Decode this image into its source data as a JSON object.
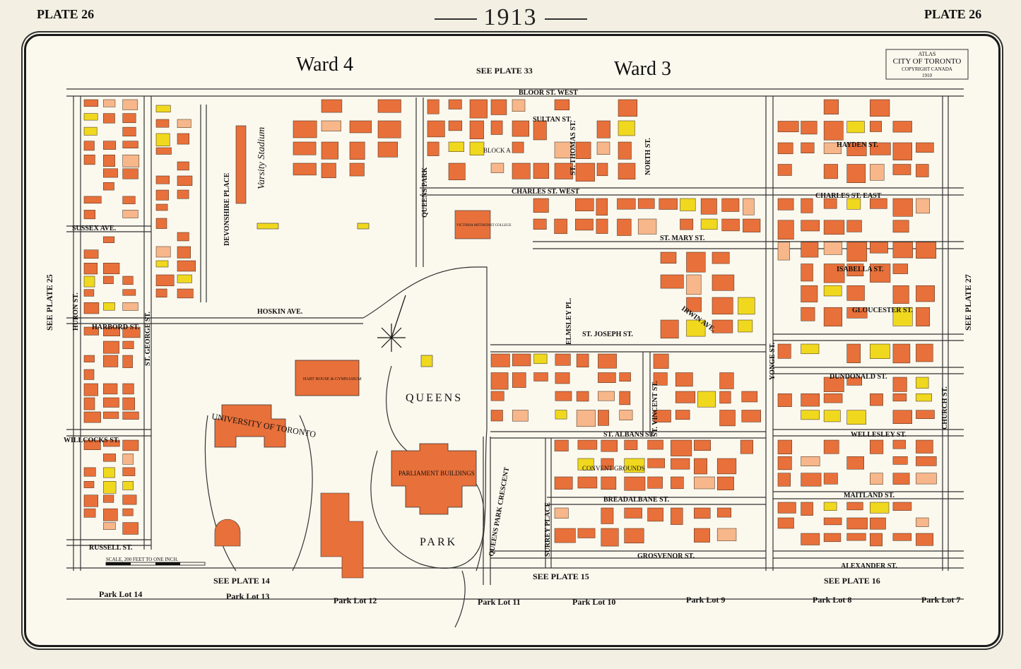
{
  "header": {
    "year": "1913",
    "plate_left": "PLATE 26",
    "plate_right": "PLATE 26"
  },
  "wards": [
    "Ward 4",
    "Ward 3"
  ],
  "atlas_stamp": [
    "ATLAS",
    "CITY OF TORONTO",
    "COPYRIGHT CANADA",
    "1910"
  ],
  "plate_refs": {
    "top": "SEE PLATE 33",
    "left": "SEE PLATE 25",
    "right": "SEE PLATE 27",
    "bottom_left": "SEE PLATE 14",
    "bottom_mid": "SEE PLATE 15",
    "bottom_right": "SEE PLATE 16"
  },
  "streets": [
    "BLOOR ST. WEST",
    "CHARLES ST. WEST",
    "CHARLES ST. EAST",
    "ST. MARY ST.",
    "ISABELLA ST.",
    "HOSKIN AVE.",
    "HARBORD ST.",
    "SUSSEX AVE.",
    "WILLCOCKS ST.",
    "RUSSELL ST.",
    "ST. JOSEPH ST.",
    "GLOUCESTER ST.",
    "DUNDONALD ST.",
    "ST. ALBANS ST.",
    "WELLESLEY ST.",
    "BREADALBANE ST.",
    "MAITLAND ST.",
    "GROSVENOR ST.",
    "ALEXANDER ST.",
    "HURON ST.",
    "ST. GEORGE ST.",
    "DEVONSHIRE PLACE",
    "QUEENS PARK",
    "QUEENS PARK CRESCENT",
    "SURREY PLACE",
    "ELMSLEY PL.",
    "ST. VINCENT ST.",
    "YONGE ST.",
    "CHURCH ST.",
    "SULTAN ST.",
    "ST. THOMAS ST.",
    "NORTH ST.",
    "IRWIN AVE.",
    "HAYDEN ST."
  ],
  "landmarks": [
    "Varsity Stadium",
    "UNIVERSITY OF TORONTO",
    "HART HOUSE & GYMNASIUM",
    "PARLIAMENT BUILDINGS",
    "QUEENS",
    "PARK",
    "VICTORIA METHODIST COLLEGE",
    "CONVENT GROUNDS",
    "BLOCK A"
  ],
  "park_lots": [
    "Park Lot 14",
    "Park Lot 13",
    "Park Lot 12",
    "Park Lot 11",
    "Park Lot 10",
    "Park Lot 9",
    "Park Lot 8",
    "Park Lot 7"
  ],
  "scale": "SCALE, 200 FEET TO ONE INCH.",
  "colors": {
    "brick": "#e8703a",
    "frame_wood": "#f7b78a",
    "stone": "#f0d81e",
    "paper": "#fbf8ee",
    "ink": "#1b1b1b"
  }
}
